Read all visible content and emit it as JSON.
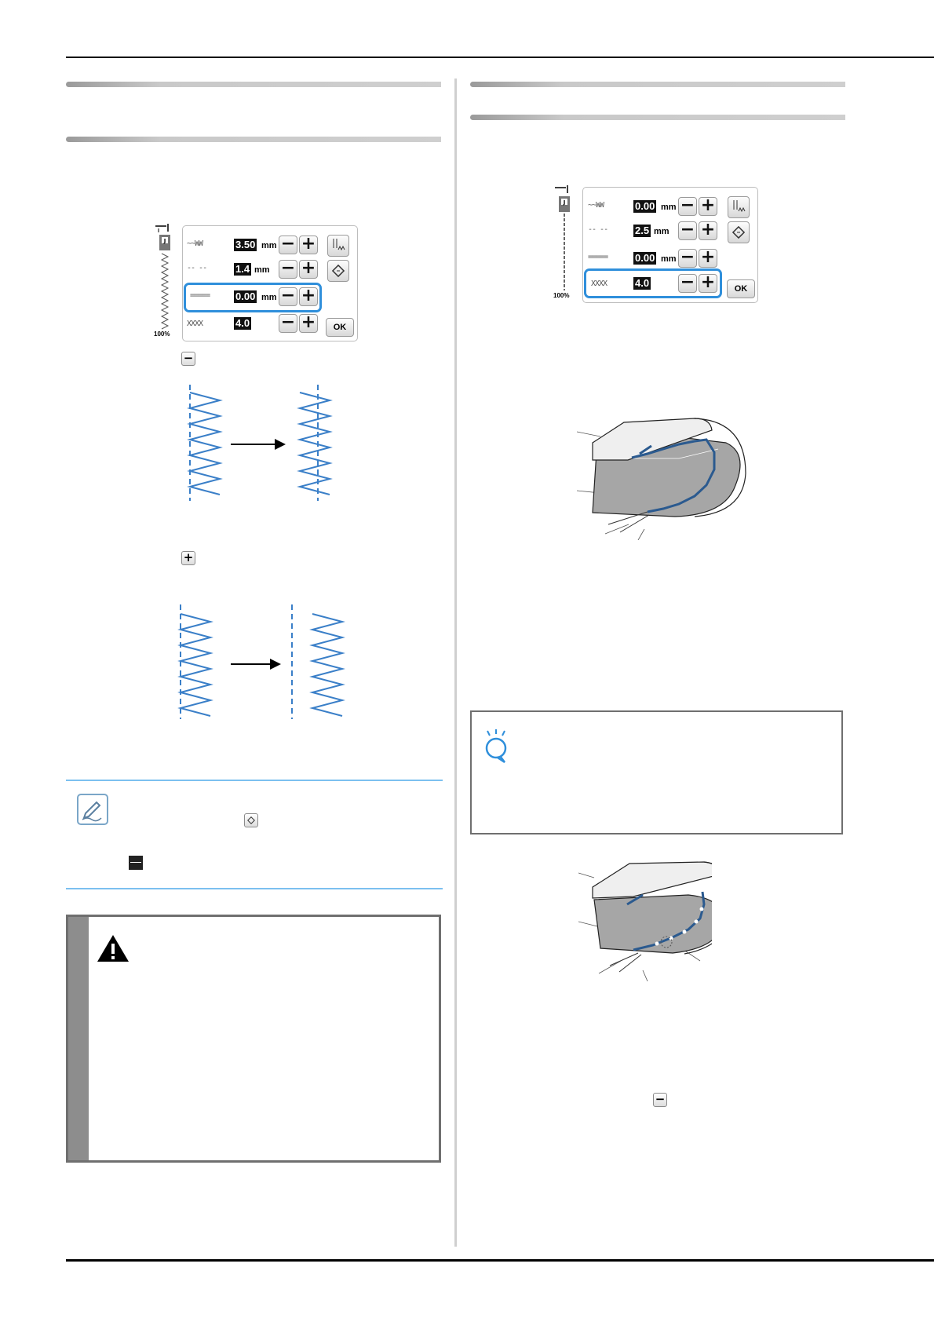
{
  "panel_left": {
    "rows": [
      {
        "value": "3.50",
        "unit": "mm"
      },
      {
        "value": "1.4",
        "unit": "mm"
      },
      {
        "value": "0.00",
        "unit": "mm"
      },
      {
        "value": "4.0",
        "unit": ""
      }
    ],
    "zoom": "100%",
    "ok_label": "OK",
    "highlighted_row": 3
  },
  "panel_right": {
    "rows": [
      {
        "value": "0.00",
        "unit": "mm"
      },
      {
        "value": "2.5",
        "unit": "mm"
      },
      {
        "value": "0.00",
        "unit": "mm"
      },
      {
        "value": "4.0",
        "unit": ""
      }
    ],
    "zoom": "100%",
    "ok_label": "OK",
    "highlighted_row": 4
  },
  "buttons": {
    "minus": "−",
    "plus": "+"
  },
  "colors": {
    "accent": "#2f8fdb",
    "stitch": "#3a7fc8",
    "fabric_dark": "#9c9c9c",
    "fabric_light": "#ececec"
  },
  "icons": [
    "needle-icon",
    "presser-foot-icon",
    "reset-icon",
    "memo-icon",
    "warning-icon",
    "note-icon",
    "twin-needle-icon"
  ]
}
